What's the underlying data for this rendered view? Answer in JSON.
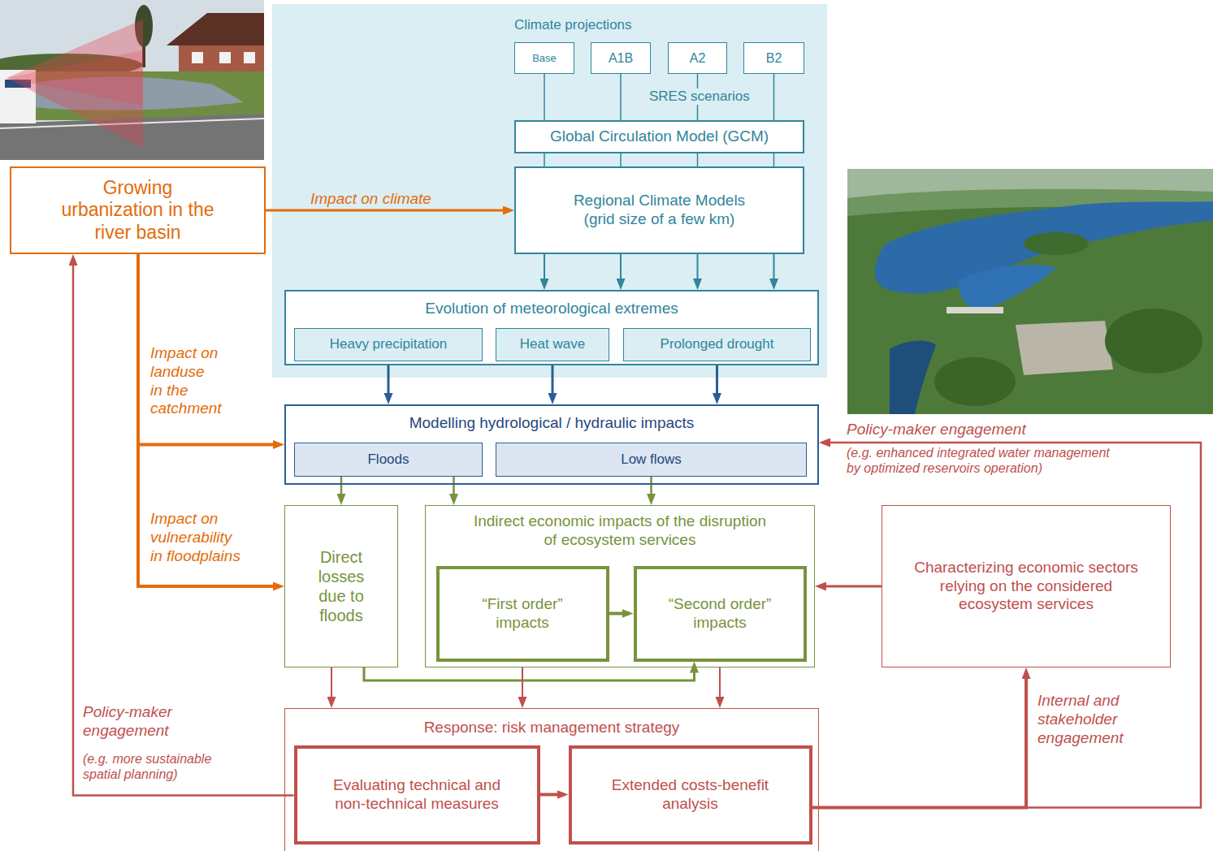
{
  "diagram": {
    "nodes": [
      {
        "text": [
          "Climate projections"
        ]
      },
      {
        "text": [
          "Base"
        ],
        "in": 0
      },
      {
        "text": [
          "A1B"
        ],
        "in": 0
      },
      {
        "text": [
          "A2"
        ],
        "in": 0
      },
      {
        "text": [
          "B2"
        ],
        "in": 0
      },
      {
        "text": [
          "Global Circulation Model (GCM)"
        ],
        "in": 0
      },
      {
        "text": [
          "Regional Climate Models (grid size of a few km)"
        ],
        "in": 0
      },
      {
        "text": [
          "Growing urbanization in the river basin"
        ]
      },
      {
        "text": [
          "Evolution of meteorological extremes"
        ],
        "in": 0
      },
      {
        "text": [
          "Heavy precipitation"
        ],
        "in": 8
      },
      {
        "text": [
          "Heat wave"
        ],
        "in": 8
      },
      {
        "text": [
          "Prolonged drought"
        ],
        "in": 8
      },
      {
        "text": [
          "Modelling hydrological / hydraulic impacts"
        ]
      },
      {
        "text": [
          "Floods"
        ],
        "in": 12
      },
      {
        "text": [
          "Low flows"
        ],
        "in": 12
      },
      {
        "text": [
          "Direct losses due to floods"
        ]
      },
      {
        "text": [
          "Indirect economic impacts of the disruption of ecosystem services"
        ]
      },
      {
        "text": [
          "“First order” impacts"
        ],
        "in": 16
      },
      {
        "text": [
          "“Second order” impacts"
        ],
        "in": 16
      },
      {
        "text": [
          "Characterizing economic sectors relying on the considered ecosystem services"
        ]
      },
      {
        "text": [
          "Response: risk management strategy"
        ]
      },
      {
        "text": [
          "Evaluating technical and non-technical measures"
        ],
        "in": 20
      },
      {
        "text": [
          "Extended costs-benefit analysis"
        ],
        "in": 20
      }
    ],
    "edges": [
      {
        "from": 1,
        "to": 5,
        "arrow": "none"
      },
      {
        "from": 2,
        "to": 5,
        "arrow": "none"
      },
      {
        "from": 3,
        "to": 5,
        "arrow": "none"
      },
      {
        "from": 4,
        "to": 5,
        "arrow": "none"
      },
      {
        "from": 5,
        "to": 6,
        "arrow": "none"
      },
      {
        "from": 6,
        "to": 8,
        "arrow": "to"
      },
      {
        "from": 7,
        "to": 6,
        "label": "Impact on climate",
        "arrow": "to"
      },
      {
        "from": 7,
        "to": 12,
        "label": "Impact on landuse in the catchment",
        "arrow": "to"
      },
      {
        "from": 7,
        "to": 15,
        "label": "Impact on vulnerability in floodplains",
        "arrow": "to"
      },
      {
        "from": 9,
        "to": 12,
        "arrow": "to"
      },
      {
        "from": 10,
        "to": 12,
        "arrow": "to"
      },
      {
        "from": 11,
        "to": 12,
        "arrow": "to"
      },
      {
        "from": 13,
        "to": 15,
        "arrow": "to"
      },
      {
        "from": 13,
        "to": 16,
        "arrow": "to"
      },
      {
        "from": 14,
        "to": 16,
        "arrow": "to"
      },
      {
        "from": 17,
        "to": 18,
        "arrow": "to"
      },
      {
        "from": 15,
        "to": 18,
        "arrow": "to"
      },
      {
        "from": 15,
        "to": 20,
        "arrow": "to"
      },
      {
        "from": 16,
        "to": 20,
        "arrow": "to"
      },
      {
        "from": 16,
        "to": 20,
        "arrow": "to"
      },
      {
        "from": 21,
        "to": 22,
        "arrow": "to"
      },
      {
        "from": 22,
        "to": 19,
        "label": "Internal and stakeholder engagement",
        "arrow": "to"
      },
      {
        "from": 22,
        "to": 12,
        "label": "Policy-maker engagement",
        "arrow": "to"
      },
      {
        "from": 19,
        "to": 16,
        "arrow": "to"
      },
      {
        "from": 21,
        "to": 7,
        "label": "Policy-maker engagement",
        "arrow": "to"
      }
    ],
    "labels": [
      "SRES scenarios",
      "(e.g. enhanced integrated water management by optimized reservoirs operation)",
      "(e.g. more sustainable spatial planning)"
    ]
  }
}
